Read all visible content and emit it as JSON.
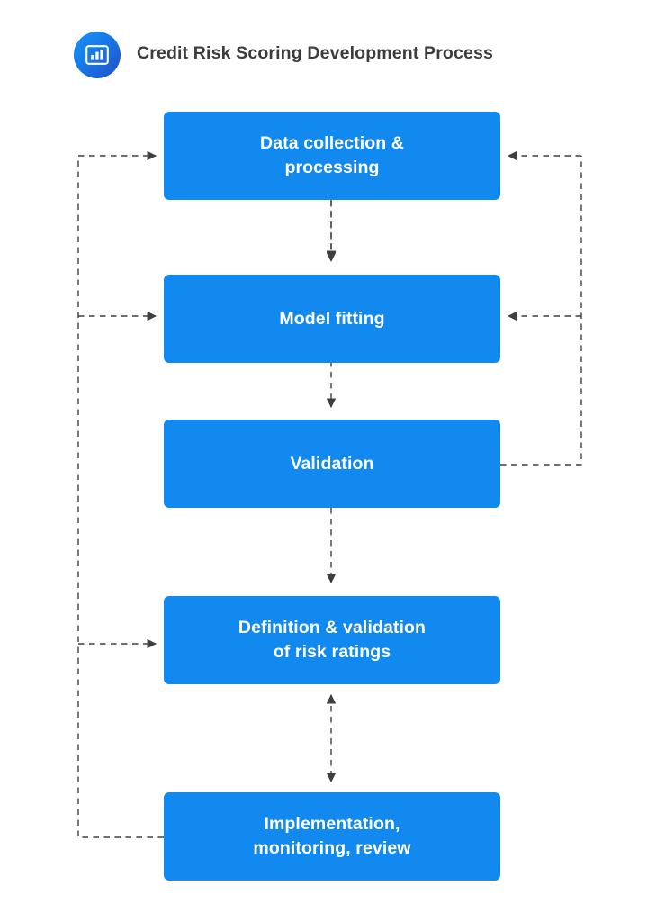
{
  "header": {
    "title": "Credit Risk Scoring Development Process",
    "icon": "bar-chart-icon",
    "icon_gradient_from": "#1b93f5",
    "icon_gradient_to": "#1f4fc4",
    "title_color": "#3c3c3c"
  },
  "theme": {
    "background": "#ffffff",
    "node_fill": "#1189ee",
    "node_text": "#ffffff",
    "connector_color": "#3f3f3f"
  },
  "diagram": {
    "type": "flowchart",
    "orientation": "vertical",
    "nodes": [
      {
        "id": "data-collection",
        "label": "Data collection &\nprocessing"
      },
      {
        "id": "model-fitting",
        "label": "Model fitting"
      },
      {
        "id": "validation",
        "label": "Validation"
      },
      {
        "id": "risk-ratings",
        "label": "Definition & validation\nof risk ratings"
      },
      {
        "id": "implementation",
        "label": "Implementation,\nmonitoring, review"
      }
    ],
    "edges": [
      {
        "from": "data-collection",
        "to": "model-fitting",
        "style": "dashed",
        "arrows": "down"
      },
      {
        "from": "model-fitting",
        "to": "validation",
        "style": "dashed",
        "arrows": "down"
      },
      {
        "from": "validation",
        "to": "risk-ratings",
        "style": "dashed",
        "arrows": "down"
      },
      {
        "from": "risk-ratings",
        "to": "implementation",
        "style": "dashed",
        "arrows": "both"
      },
      {
        "from": "validation",
        "to": "data-collection",
        "style": "dashed",
        "arrows": "feedback-right"
      },
      {
        "from": "validation",
        "to": "model-fitting",
        "style": "dashed",
        "arrows": "feedback-right"
      },
      {
        "from": "implementation",
        "to": "data-collection",
        "style": "dashed",
        "arrows": "feedback-left"
      },
      {
        "from": "implementation",
        "to": "model-fitting",
        "style": "dashed",
        "arrows": "feedback-left"
      },
      {
        "from": "implementation",
        "to": "risk-ratings",
        "style": "dashed",
        "arrows": "feedback-left"
      }
    ]
  }
}
